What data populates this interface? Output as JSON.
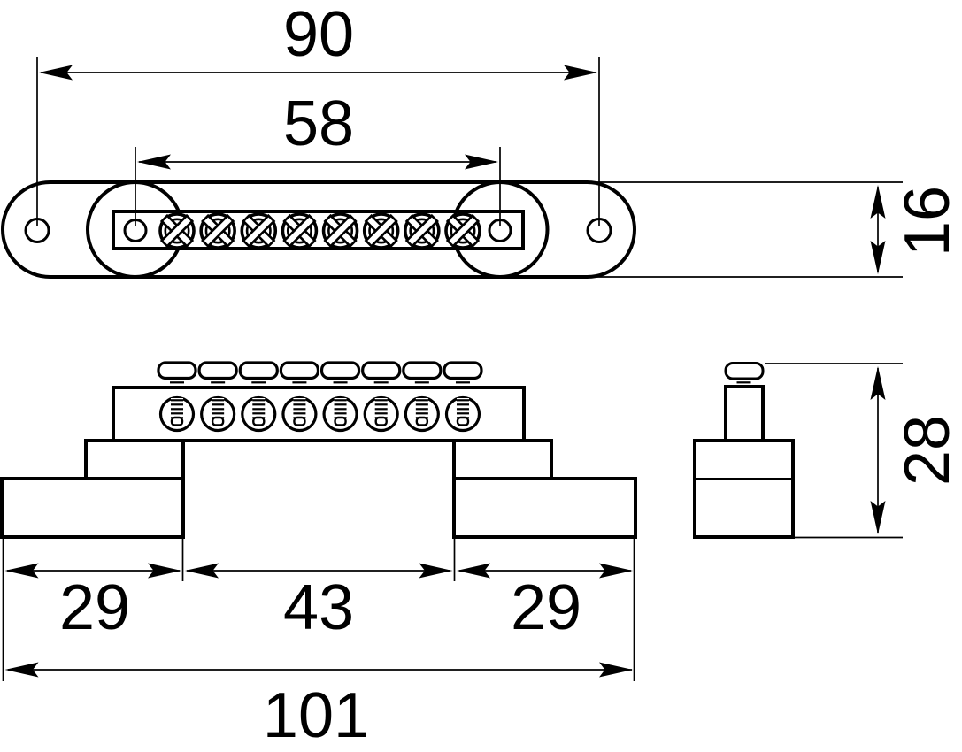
{
  "colors": {
    "background": "#ffffff",
    "line": "#000000"
  },
  "drawing": {
    "screw_count": 8,
    "labels": {
      "top_span": "90",
      "screw_span": "58",
      "bar_width": "16",
      "left_foot": "29",
      "center_gap": "43",
      "right_foot": "29",
      "overall_length": "101",
      "overall_height": "28"
    }
  }
}
